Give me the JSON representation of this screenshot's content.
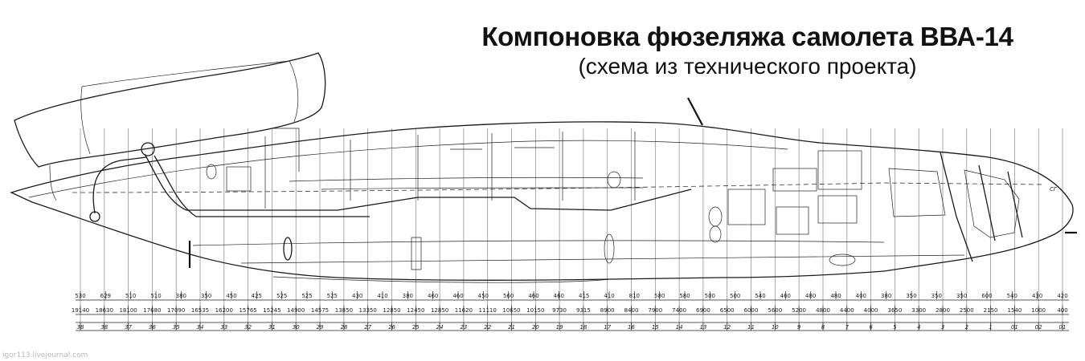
{
  "title": "Компоновка фюзеляжа самолета ВВА-14",
  "subtitle": "(схема из технического проекта)",
  "watermark": "igor113.livejournal.com",
  "axis_label": "СГ",
  "dimension_rows": {
    "spacing": [
      "530",
      "629",
      "510",
      "510",
      "380",
      "350",
      "450",
      "425",
      "525",
      "525",
      "525",
      "430",
      "410",
      "380",
      "460",
      "460",
      "450",
      "560",
      "460",
      "460",
      "415",
      "410",
      "810",
      "580",
      "580",
      "500",
      "500",
      "540",
      "460",
      "480",
      "480",
      "400",
      "380",
      "350",
      "350",
      "350",
      "600",
      "540",
      "430",
      "420"
    ],
    "station": [
      "19140",
      "18630",
      "18100",
      "17680",
      "17090",
      "16535",
      "16200",
      "15765",
      "15245",
      "14900",
      "14575",
      "13850",
      "13350",
      "12850",
      "12450",
      "12850",
      "11620",
      "11110",
      "10650",
      "10150",
      "9730",
      "9315",
      "8900",
      "8400",
      "7900",
      "7400",
      "6900",
      "6500",
      "6000",
      "5600",
      "5200",
      "4800",
      "4400",
      "4000",
      "3650",
      "3300",
      "2800",
      "2500",
      "2150",
      "1540",
      "1000",
      "400"
    ],
    "frame": [
      "38",
      "38",
      "37",
      "36",
      "35",
      "34",
      "33",
      "32",
      "31",
      "30",
      "29",
      "28",
      "27",
      "26",
      "25",
      "24",
      "23",
      "22",
      "21",
      "20",
      "19",
      "18",
      "17",
      "16",
      "15",
      "14",
      "13",
      "12",
      "11",
      "10",
      "9",
      "8",
      "7",
      "6",
      "5",
      "4",
      "3",
      "2",
      "1",
      "01",
      "02",
      "01"
    ]
  }
}
